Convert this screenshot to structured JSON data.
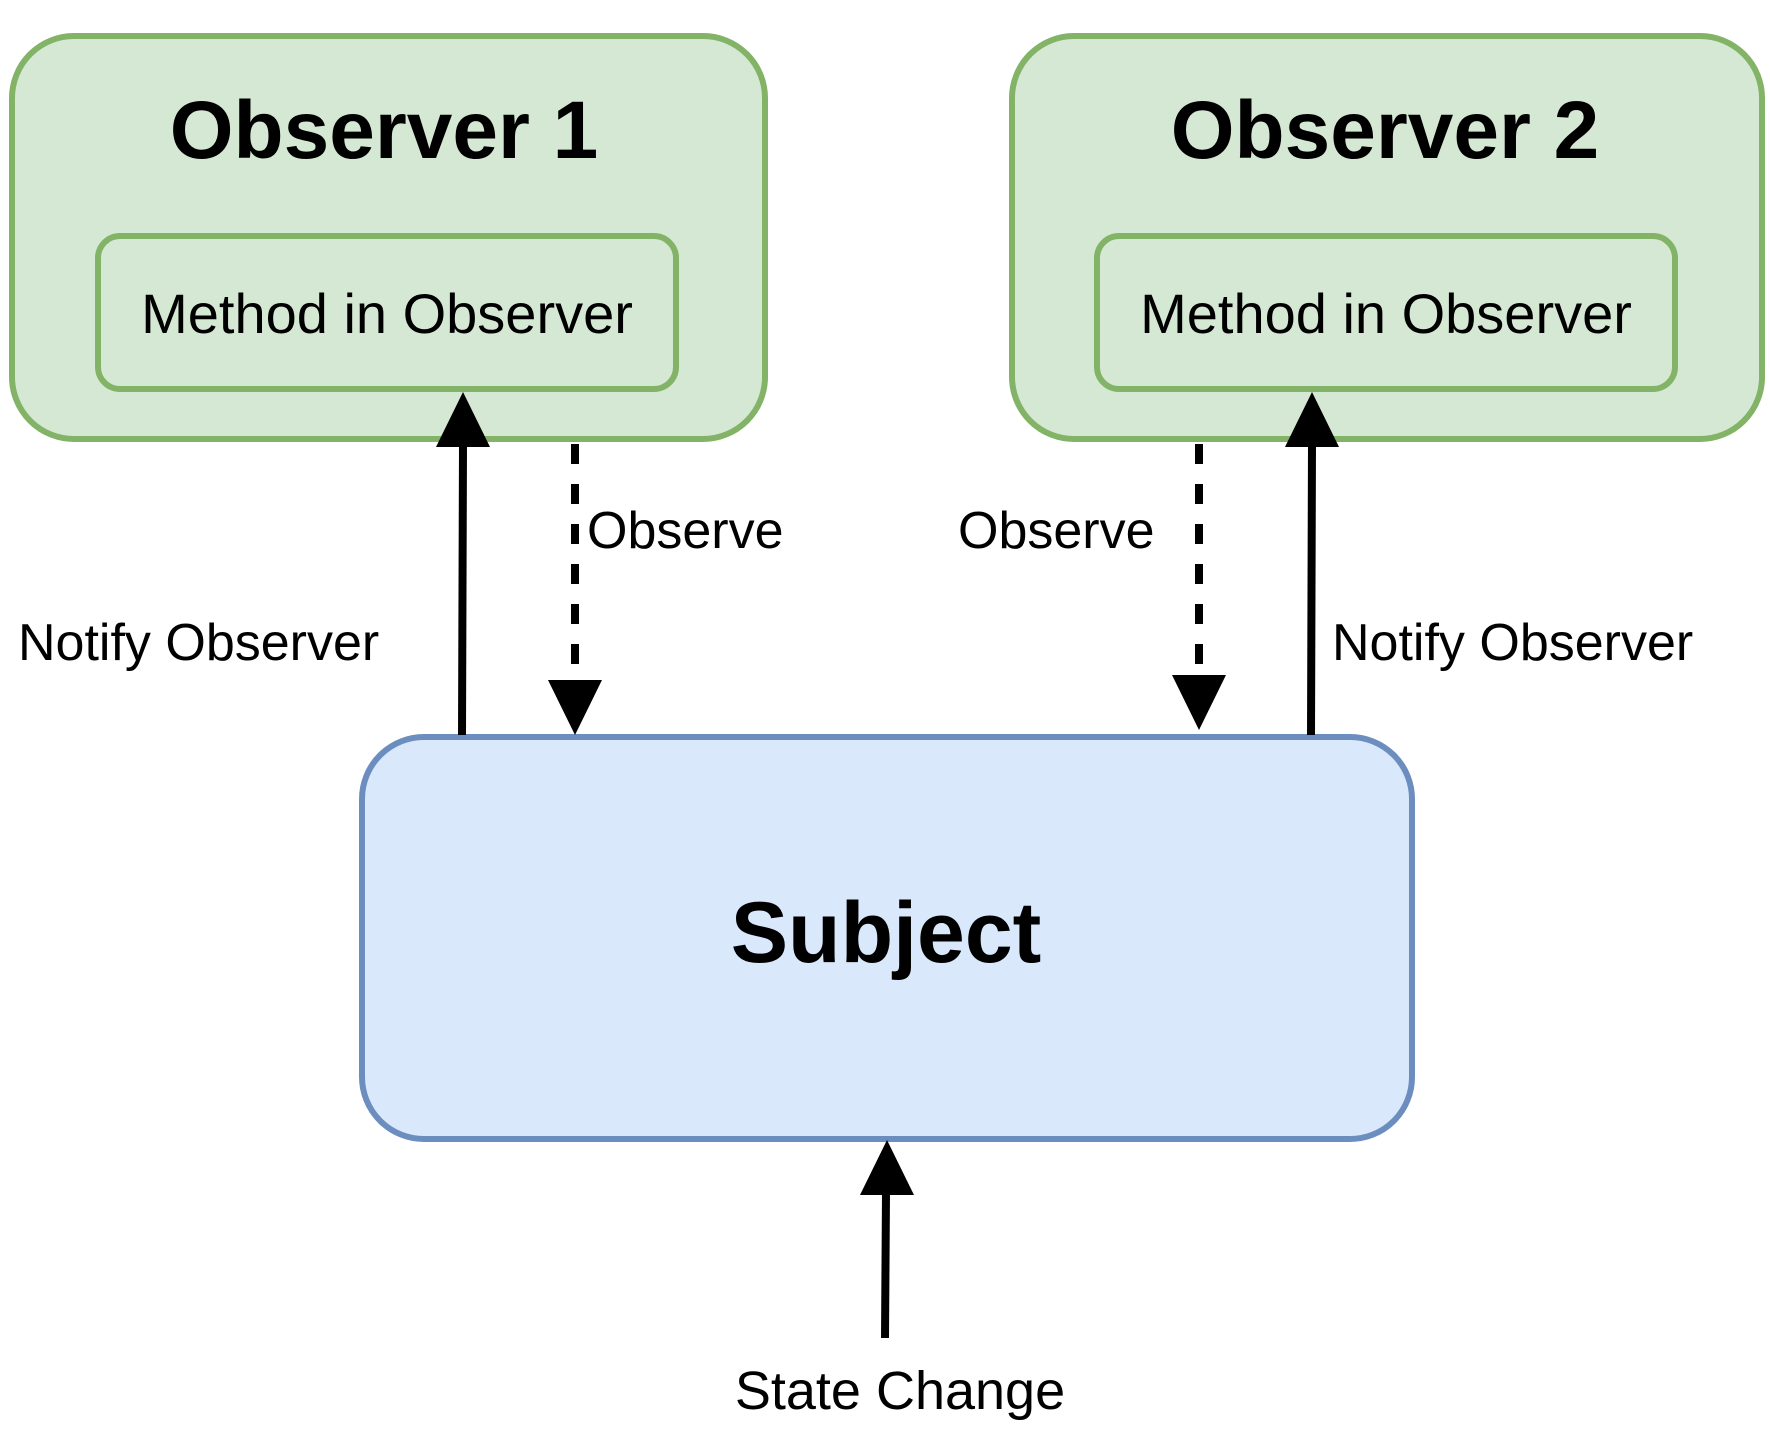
{
  "diagram": {
    "observer1": {
      "title": "Observer 1",
      "method": "Method in Observer"
    },
    "observer2": {
      "title": "Observer 2",
      "method": "Method in Observer"
    },
    "subject": {
      "title": "Subject"
    },
    "labels": {
      "notify_left": "Notify Observer",
      "observe_left": "Observe",
      "observe_right": "Observe",
      "notify_right": "Notify Observer",
      "state_change": "State Change"
    },
    "colors": {
      "observer_fill": "#d5e8d4",
      "observer_stroke": "#82b366",
      "subject_fill": "#dae8fc",
      "subject_stroke": "#6c8ebf",
      "arrow": "#000000"
    }
  }
}
